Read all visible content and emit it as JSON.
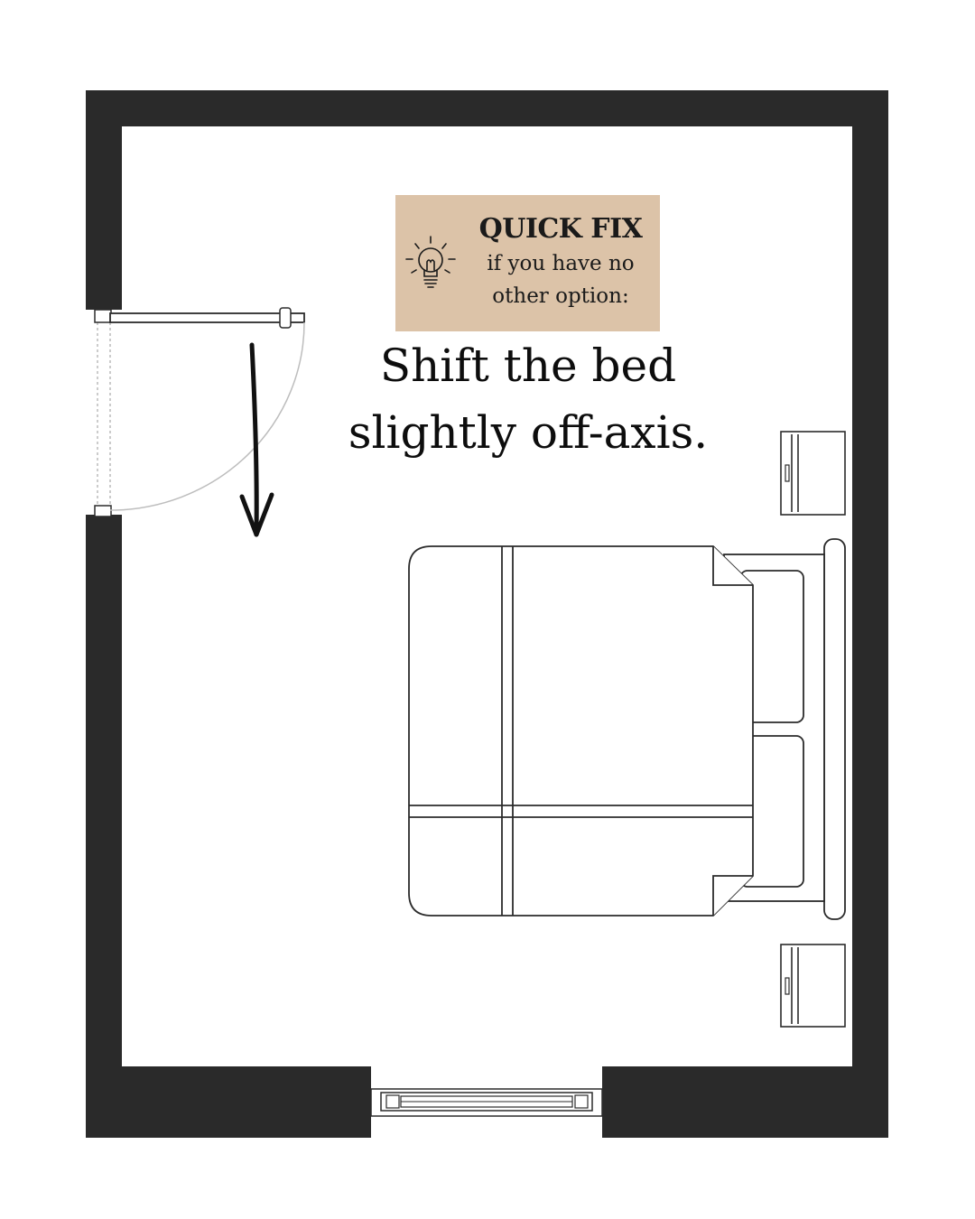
{
  "callout": {
    "title": "QUICK FIX",
    "line1": "if you have no",
    "line2": "other option:",
    "icon": "lightbulb-icon",
    "background": "#dcc3a8"
  },
  "headline": {
    "line1": "Shift the bed",
    "line2": "slightly off-axis."
  },
  "colors": {
    "wall": "#2a2a2a",
    "furniture_stroke": "#2b2b2b",
    "door_swing": "#bdbdbd",
    "arrow": "#111111"
  }
}
